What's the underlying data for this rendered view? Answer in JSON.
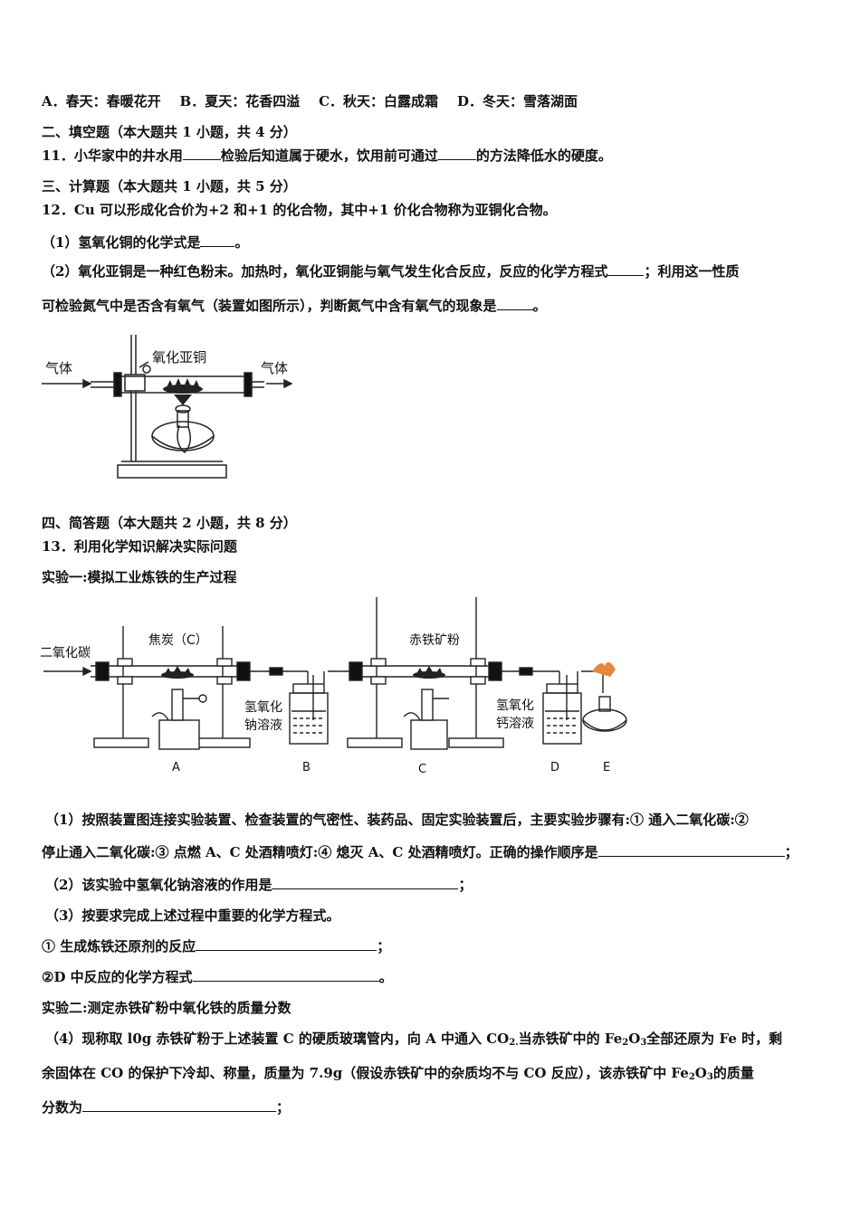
{
  "options_line": {
    "a": "A．春天：春暖花开",
    "b": "B．夏天：花香四溢",
    "c": "C．秋天：白露成霜",
    "d": "D．冬天：雪落湖面"
  },
  "section2_heading": "二、填空题（本大题共 1 小题，共 4 分）",
  "q11": {
    "p1": "11．小华家中的井水用",
    "p2": "检验后知道属于硬水，饮用前可通过",
    "p3": "的方法降低水的硬度。"
  },
  "section3_heading": "三、计算题（本大题共 1 小题，共 5 分）",
  "q12": {
    "stem": "12．Cu 可以形成化合价为+2 和+1 的化合物，其中+1 价化合物称为亚铜化合物。",
    "sub1": {
      "p1": "（1）氢氧化铜的化学式是",
      "p2": "。"
    },
    "sub2": {
      "p1": "（2）氧化亚铜是一种红色粉末。加热时，氧化亚铜能与氧气发生化合反应，反应的化学方程式",
      "p2": "；利用这一性质"
    },
    "sub2b": {
      "p1": "可检验氮气中是否含有氧气（装置如图所示），判断氮气中含有氧气的现象是",
      "p2": "。"
    }
  },
  "fig1": {
    "gas_in": "气体",
    "reagent": "氧化亚铜",
    "gas_out": "气体"
  },
  "section4_heading": "四、简答题（本大题共 2 小题，共 8 分）",
  "q13": {
    "stem": "13．利用化学知识解决实际问题",
    "exp1_title": "实验一:模拟工业炼铁的生产过程",
    "sub1a": "（1）按照装置图连接实验装置、检查装置的气密性、装药品、固定实验装置后，主要实验步骤有:① 通入二氧化碳:②",
    "sub1b": {
      "p1": "停止通入二氧化碳:③ 点燃 A、C 处酒精喷灯:④ 熄灭 A、C 处酒精喷灯。正确的操作顺序是",
      "p2": "；"
    },
    "sub2": {
      "p1": "（2）该实验中氢氧化钠溶液的作用是",
      "p2": "；"
    },
    "sub3": "（3）按要求完成上述过程中重要的化学方程式。",
    "eq1": {
      "p1": "① 生成炼铁还原剂的反应",
      "p2": "；"
    },
    "eq2": {
      "p1": "②D 中反应的化学方程式",
      "p2": "。"
    },
    "exp2_title": "实验二:测定赤铁矿粉中氧化铁的质量分数",
    "sub4a": {
      "p1": "（4）现称取 l0g 赤铁矿粉于上述装置 C 的硬质玻璃管内，向 A 中通入 CO",
      "p2": "当赤铁矿中的 Fe",
      "p3": "O",
      "p4": "全部还原为 Fe 时，剩"
    },
    "sub4b": {
      "p1": "余固体在 CO 的保护下冷却、称量，质量为 7.9g（假设赤铁矿中的杂质均不与 CO 反应），该赤铁矿中 Fe",
      "p2": "O",
      "p3": "的质量"
    },
    "sub4c": {
      "p1": "分数为",
      "p2": "；"
    },
    "subscripts": {
      "co2": "2.",
      "fe": "2",
      "o": "3"
    }
  },
  "fig2": {
    "co2_label": "二氧化碳",
    "coke_label": "焦炭（C）",
    "naoh_l1": "氢氧化",
    "naoh_l2": "钠溶液",
    "ore_label": "赤铁矿粉",
    "caoh_l1": "氢氧化",
    "caoh_l2": "钙溶液",
    "A": "A",
    "B": "B",
    "C": "C",
    "D": "D",
    "E": "E"
  }
}
